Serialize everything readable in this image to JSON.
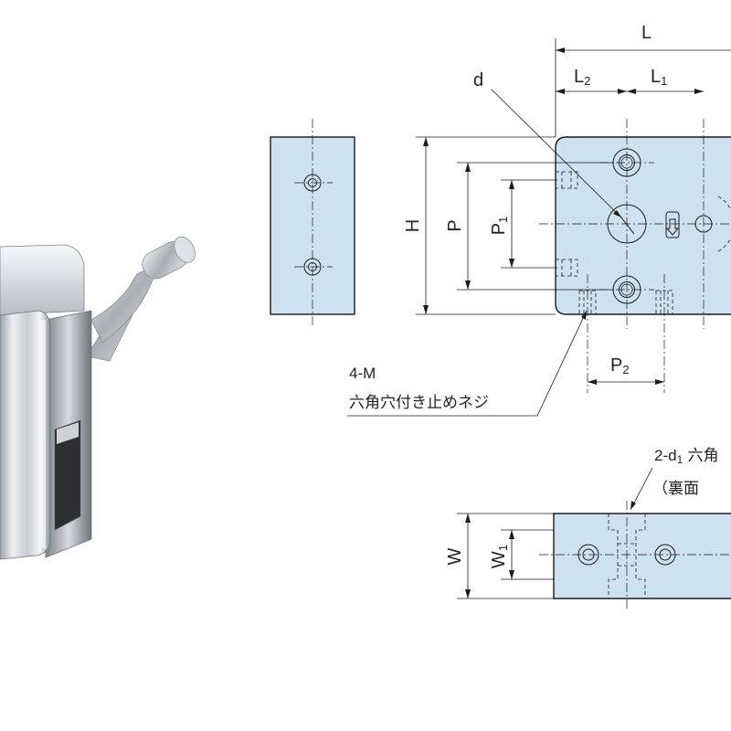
{
  "labels": {
    "L": "L",
    "L2": "L",
    "L2_sub": "2",
    "L1": "L",
    "L1_sub": "1",
    "d": "d",
    "H": "H",
    "P": "P",
    "P1": "P",
    "P1_sub": "1",
    "P2": "P",
    "P2_sub": "2",
    "callout_m": "4-M",
    "callout_m_jp": "六角穴付き止めネジ",
    "callout_d1_a": "2-d",
    "callout_d1_sub": "1",
    "callout_d1_b": " 六角",
    "callout_d1_jp": "（裏面",
    "W": "W",
    "W1": "W",
    "W1_sub": "1"
  },
  "colors": {
    "body_fill": "#cde1ef",
    "line": "#1b1b1b"
  }
}
